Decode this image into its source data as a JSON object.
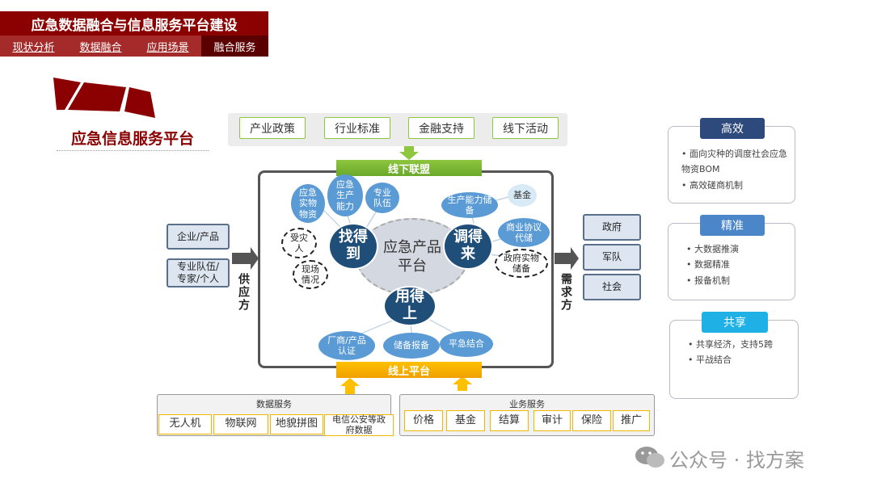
{
  "header": {
    "title": "应急数据融合与信息服务平台建设",
    "tabs": [
      "现状分析",
      "数据融合",
      "应用场景",
      "融合服务"
    ]
  },
  "section_title": "应急信息服务平台",
  "policies": [
    "产业政策",
    "行业标准",
    "金融支持",
    "线下活动"
  ],
  "bars": {
    "offline": "线下联盟",
    "online": "线上平台"
  },
  "core": {
    "center": "应急产品平台",
    "find": "找得到",
    "bring": "调得来",
    "use": "用得上"
  },
  "bubbles": {
    "supplies": "应急实物物资",
    "capacity": "应急生产能力",
    "team": "专业队伍",
    "victims": "受灾人",
    "scene": "现场情况",
    "prod_reserve": "生产能力储备",
    "fund": "基金",
    "agreement": "商业协议代储",
    "gov_reserve": "政府实物储备",
    "cert": "厂商/产品认证",
    "filing": "储备报备",
    "peacetime": "平急结合"
  },
  "supply_side": {
    "items": [
      "企业/产品",
      "专业队伍/专家/个人"
    ],
    "label": "供应方"
  },
  "demand_side": {
    "items": [
      "政府",
      "军队",
      "社会"
    ],
    "label": "需求方"
  },
  "panels": [
    {
      "title": "高效",
      "color": "#2e4a7d",
      "items": [
        "面向灾种的调度社会应急物资BOM",
        "高效磋商机制"
      ]
    },
    {
      "title": "精准",
      "color": "#4a86c8",
      "items": [
        "大数据推演",
        "数据精准",
        "报备机制"
      ]
    },
    {
      "title": "共享",
      "color": "#1fb1e6",
      "items": [
        "共享经济，支持5跨",
        "平战结合"
      ]
    }
  ],
  "data_services": {
    "title": "数据服务",
    "items": [
      "无人机",
      "物联网",
      "地貌拼图",
      "电信公安等政府数据"
    ]
  },
  "business_services": {
    "title": "业务服务",
    "items": [
      "价格",
      "基金",
      "结算",
      "审计",
      "保险",
      "推广"
    ]
  },
  "watermark": "公众号 · 找方案"
}
